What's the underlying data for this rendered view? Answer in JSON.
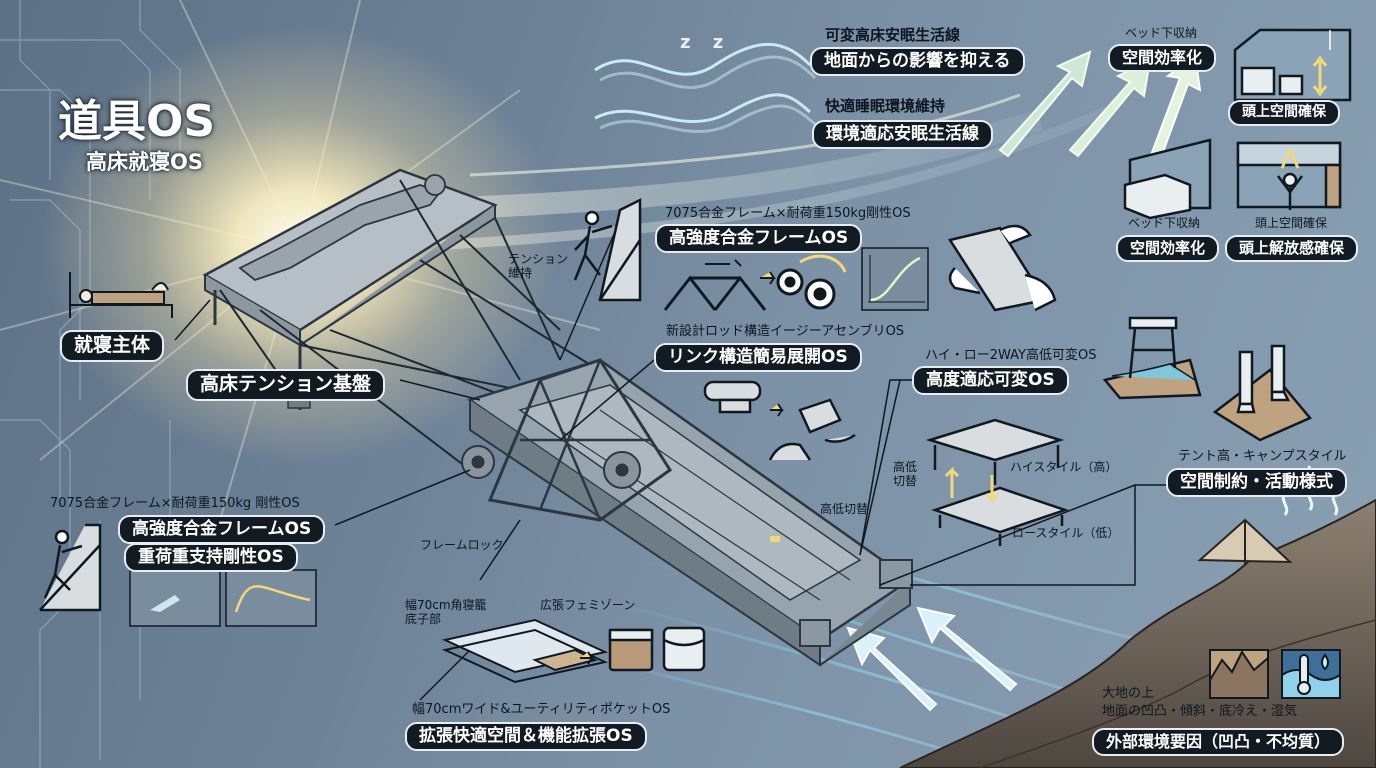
{
  "header": {
    "title": "道具OS",
    "subtitle": "高床就寝OS"
  },
  "sleep": {
    "label1": "可変高床安眠生活線",
    "pill1": "地面からの影響を抑える",
    "label2": "快適睡眠環境維持",
    "pill2": "環境適応安眠生活線",
    "z_mark": "z z"
  },
  "storage": {
    "top_small": "ベッド下収納",
    "top_pill": "空間効率化",
    "headroom_pill": "頭上空間確保",
    "under_small": "ベッド下収納",
    "under_pill": "空間効率化",
    "open_small": "頭上空間確保",
    "open_pill": "頭上解放感確保"
  },
  "left_labels": {
    "sleeping_subject": "就寝主体",
    "tension_base": "高床テンション基盤",
    "tension_keep": "テンション\n維持",
    "frame_lock": "フレームロック",
    "frame_small": "7075合金フレーム×耐荷重150kg 剛性OS",
    "frame_pill1": "高強度合金フレームOS",
    "frame_pill2": "重荷重支持剛性OS"
  },
  "frame_top": {
    "small": "7075合金フレーム×耐荷重150kg剛性OS",
    "pill": "高強度合金フレームOS"
  },
  "link": {
    "small": "新設計ロッド構造イージーアセンブリOS",
    "pill": "リンク構造簡易展開OS"
  },
  "height": {
    "small": "ハイ・ロー2WAY高低可変OS",
    "pill": "高度適応可変OS",
    "switch_label": "高低\n切替",
    "high_style": "ハイスタイル（高）",
    "low_style": "ロースタイル（低）",
    "high_low_switch": "高低切替"
  },
  "tent": {
    "small": "テント高・キャンプスタイル",
    "pill": "空間制約・活動様式"
  },
  "pocket": {
    "width_label": "幅70cm角寝籠\n底子部",
    "zone_label": "広張フェミゾーン",
    "small": "幅70cmワイド&ユーティリティポケットOS",
    "pill": "拡張快適空間＆機能拡張OS"
  },
  "ground": {
    "small1": "大地の上",
    "small2": "地面の凹凸・傾斜・底冷え・湿気",
    "pill": "外部環境要因（凹凸・不均質）"
  },
  "colors": {
    "pill_bg": "#121a22",
    "pill_text": "#ffffff",
    "glow": "#fff3c4",
    "arrow": "#dff2f7",
    "bg": "#6e8298"
  }
}
